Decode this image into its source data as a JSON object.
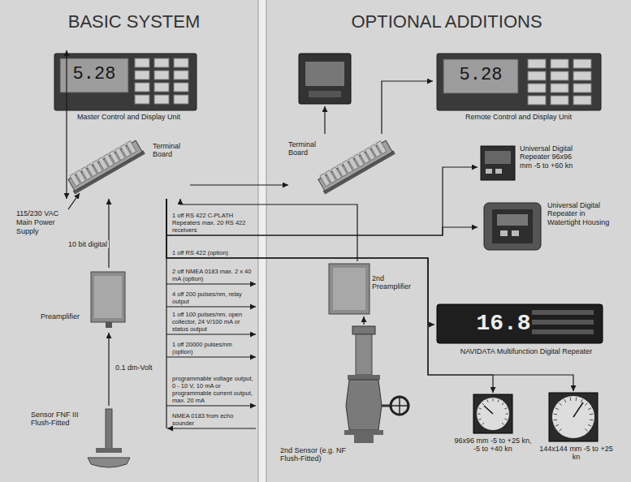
{
  "diagram": {
    "nodes": [
      {
        "text": [
          "5.28",
          "Master Control and Display Unit"
        ]
      },
      {
        "text": [
          "Terminal Board"
        ]
      },
      {
        "text": [
          "Preamplifier"
        ]
      },
      {
        "text": [
          "Sensor FNF III Flush-Fitted"
        ]
      },
      {
        "text": [
          "5.28",
          "Remote Control and Display Unit"
        ]
      },
      {
        "text": [
          "Terminal Board"
        ]
      },
      {
        "text": [
          "Universal Digital Repeater 96x96 mm -5 to +60 kn"
        ]
      },
      {
        "text": [
          "Universal Digital Repeater in Watertight Housing"
        ]
      },
      {
        "text": [
          "2nd Preamplifier"
        ]
      },
      {
        "text": [
          "16.8",
          "NAVIDATA Multifunction Digital Repeater"
        ]
      },
      {
        "text": [
          "2nd Sensor (e.g. NF Flush-Fitted)"
        ]
      },
      {
        "text": [
          "96x96 mm -5 to +25 kn, -5 to +40 kn"
        ]
      },
      {
        "text": [
          "144x144 mm -5 to +25 kn"
        ]
      }
    ],
    "edges": [
      {
        "from": 1,
        "to": 0,
        "arrow": "both"
      },
      {
        "from": 2,
        "to": 1,
        "label": "10 bit digital",
        "arrow": "to"
      },
      {
        "from": 3,
        "to": 2,
        "label": "0.1 dm-Volt",
        "arrow": "to"
      },
      {
        "from": 1,
        "to": 5,
        "arrow": "to"
      },
      {
        "from": 5,
        "to": 4,
        "arrow": "to"
      },
      {
        "from": 1,
        "to": 6,
        "arrow": "to"
      },
      {
        "from": 1,
        "to": 7,
        "arrow": "to"
      },
      {
        "from": 1,
        "to": 9,
        "arrow": "to"
      },
      {
        "from": 1,
        "to": 11,
        "arrow": "to"
      },
      {
        "from": 1,
        "to": 12,
        "arrow": "to"
      },
      {
        "from": 10,
        "to": 8,
        "arrow": "to"
      },
      {
        "from": 8,
        "to": 1,
        "arrow": "to"
      }
    ],
    "labels": [
      "BASIC SYSTEM",
      "OPTIONAL ADDITIONS",
      "115/230 VAC Main Power Supply",
      "1 off RS 422 C-PLATH Repeaters max. 20 RS 422 receivers",
      "1 off RS 422 (option)",
      "2 off NMEA 0183 max. 2 x 40 mA (option)",
      "4 off 200 pulses/nm, relay output",
      "1 off 100 pulses/nm, open collector, 24 V/100 mA or status output",
      "1 off 20000 pulses/nm (option)",
      "programmable voltage output, 0 - 10 V, 10 mA or programmable current output, max. 20 mA",
      "NMEA 0183 from echo sounder"
    ]
  }
}
